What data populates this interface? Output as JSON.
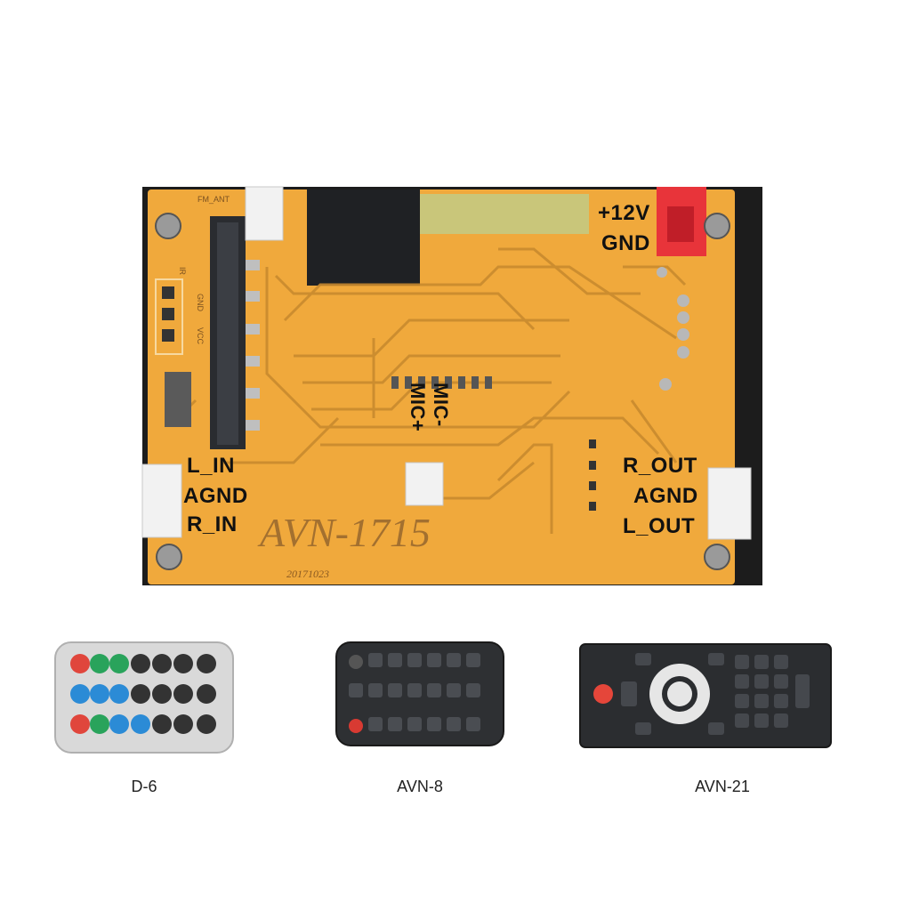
{
  "board": {
    "model": "AVN-1715",
    "date_code": "20171023",
    "labels": {
      "power_plus": "+12V",
      "power_gnd": "GND",
      "left_in": "L_IN",
      "left_agnd": "AGND",
      "right_in": "R_IN",
      "right_out": "R_OUT",
      "right_agnd": "AGND",
      "left_out": "L_OUT",
      "mic_minus": "MIC-",
      "mic_plus": "MIC+"
    },
    "silk": {
      "fm_ant": "FM_ANT",
      "ir": "IR",
      "gnd": "GND",
      "vcc": "VCC"
    },
    "colors": {
      "pcb": "#f0a93c",
      "trace": "#c98a2e",
      "connector_red": "#e8343a"
    }
  },
  "remotes": [
    {
      "caption": "D-6"
    },
    {
      "caption": "AVN-8"
    },
    {
      "caption": "AVN-21"
    }
  ]
}
